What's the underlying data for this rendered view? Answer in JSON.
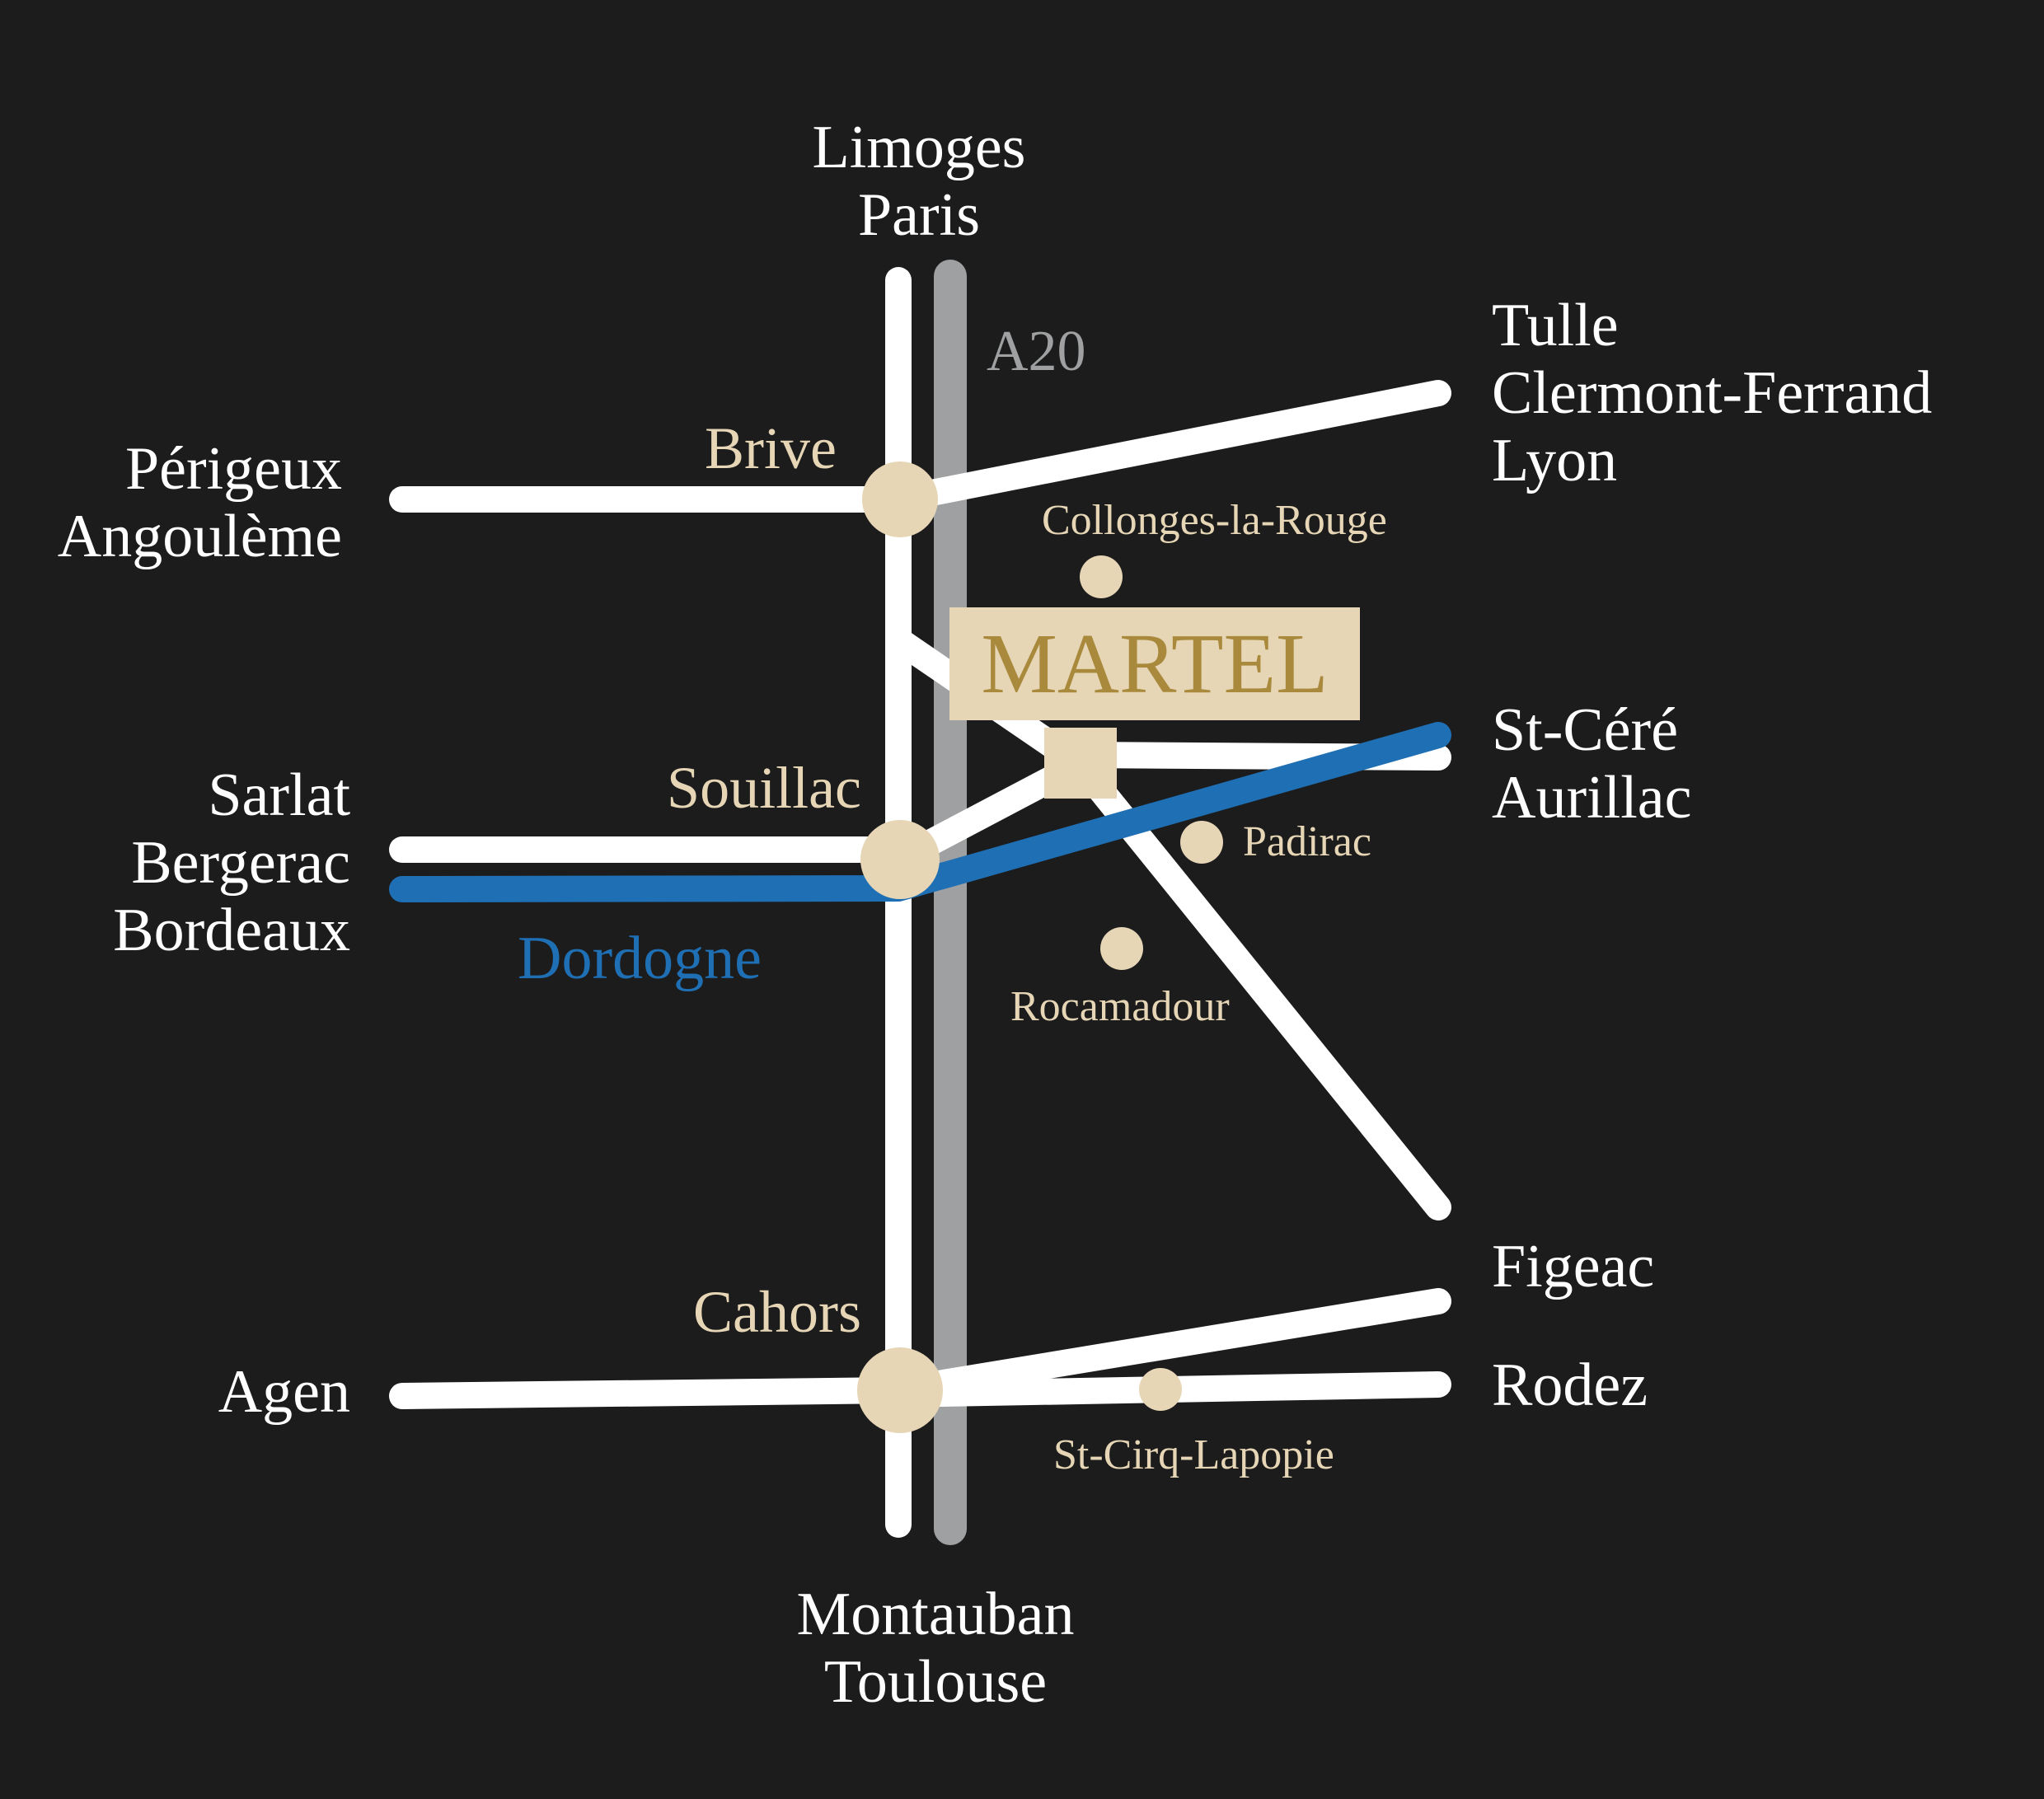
{
  "colors": {
    "background": "#1c1c1c",
    "road": "#ffffff",
    "motorway": "#9ea0a1",
    "river": "#1f6fb5",
    "town": "#e6d6b6",
    "martel_text": "#a98a3c"
  },
  "destinations": {
    "north": [
      "Limoges",
      "Paris"
    ],
    "northeast": [
      "Tulle",
      "Clermont-Ferrand",
      "Lyon"
    ],
    "west_top": [
      "Périgeux",
      "Angoulème"
    ],
    "east_mid": [
      "St-Céré",
      "Aurillac"
    ],
    "west_mid": [
      "Sarlat",
      "Bergerac",
      "Bordeaux"
    ],
    "east_figeac": "Figeac",
    "east_rodez": "Rodez",
    "west_bottom": "Agen",
    "south": [
      "Montauban",
      "Toulouse"
    ]
  },
  "motorway": {
    "label": "A20",
    "icon": "motorway-line"
  },
  "towns": {
    "brive": "Brive",
    "souillac": "Souillac",
    "cahors": "Cahors"
  },
  "sites": {
    "collonges": "Collonges-la-Rouge",
    "padirac": "Padirac",
    "rocamadour": "Rocamadour",
    "saint_cirq": "St-Cirq-Lapopie"
  },
  "river": {
    "name": "Dordogne"
  },
  "highlight": {
    "name": "MARTEL",
    "icon": "martel-square-marker"
  }
}
